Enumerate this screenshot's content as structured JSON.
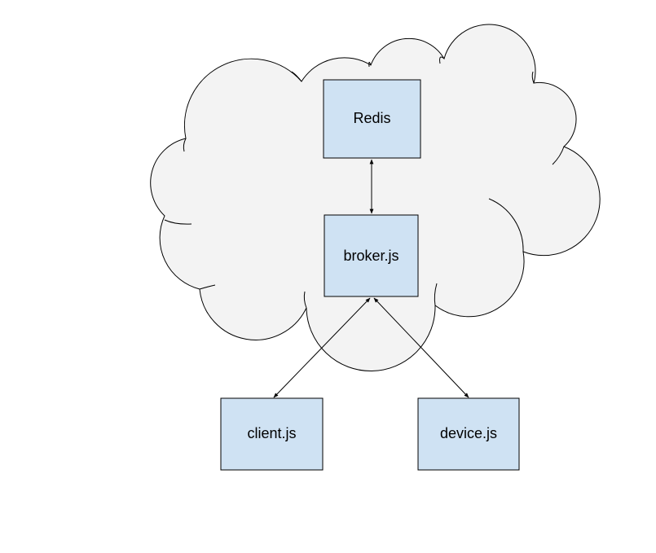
{
  "colors": {
    "cloud_fill": "#f3f3f3",
    "cloud_stroke": "#000000",
    "node_fill": "#cfe2f3",
    "node_stroke": "#000000",
    "edge": "#000000"
  },
  "nodes": {
    "redis": {
      "label": "Redis"
    },
    "broker": {
      "label": "broker.js"
    },
    "client": {
      "label": "client.js"
    },
    "device": {
      "label": "device.js"
    }
  },
  "edges": [
    {
      "from": "redis",
      "to": "broker",
      "direction": "both"
    },
    {
      "from": "broker",
      "to": "client",
      "direction": "both"
    },
    {
      "from": "broker",
      "to": "device",
      "direction": "both"
    }
  ]
}
